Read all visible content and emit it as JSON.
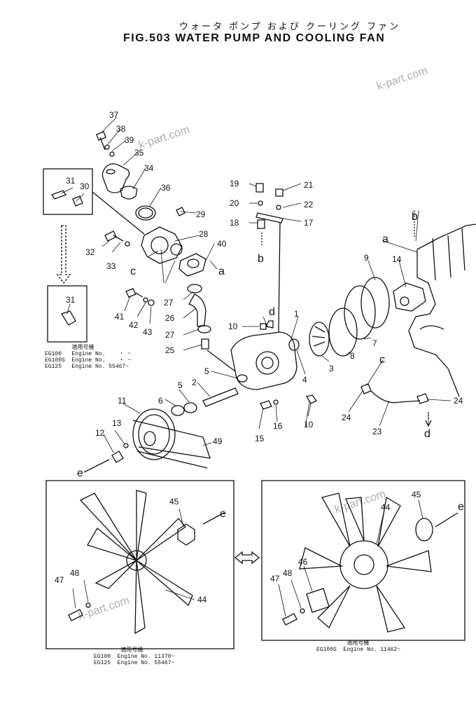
{
  "title": {
    "japanese": "ウォータ ポンプ および クーリング ファン",
    "english": "FIG.503 WATER PUMP AND COOLING FAN"
  },
  "watermark": "k-part.com",
  "callouts": {
    "c1": "1",
    "c2": "2",
    "c3": "3",
    "c4": "4",
    "c5": "5",
    "c5b": "5",
    "c6": "6",
    "c7": "7",
    "c8": "8",
    "c9": "9",
    "c10": "10",
    "c10b": "10",
    "c11": "11",
    "c12": "12",
    "c13": "13",
    "c14": "14",
    "c15": "15",
    "c16": "16",
    "c17": "17",
    "c18": "18",
    "c19": "19",
    "c20": "20",
    "c21": "21",
    "c22": "22",
    "c23": "23",
    "c24": "24",
    "c24b": "24",
    "c25": "25",
    "c26": "26",
    "c27": "27",
    "c27b": "27",
    "c28": "28",
    "c29": "29",
    "c30": "30",
    "c31": "31",
    "c31b": "31",
    "c32": "32",
    "c33": "33",
    "c34": "34",
    "c35": "35",
    "c36": "36",
    "c37": "37",
    "c38": "38",
    "c39": "39",
    "c40": "40",
    "c41": "41",
    "c42": "42",
    "c43": "43",
    "c44": "44",
    "c44b": "44",
    "c45": "45",
    "c45b": "45",
    "c46": "46",
    "c47": "47",
    "c47b": "47",
    "c48": "48",
    "c48b": "48",
    "c49": "49"
  },
  "letters": {
    "a1": "a",
    "a2": "a",
    "b1": "b",
    "b2": "b",
    "c1": "c",
    "c2": "c",
    "d1": "d",
    "d2": "d",
    "e1": "e",
    "e2": "e",
    "e3": "e"
  },
  "notes": {
    "main": "        適用号機\nEG100   Engine No.    ・ ~\nEG100S  Engine No.    ・ ~\nEG125   Engine No. 55467~",
    "left_box": "        適用号機\nEG100  Engine No. 11370~\nEG125  Engine No. 55467~",
    "right_box": "         適用号機\nEG100S  Engine No. 11462~"
  }
}
